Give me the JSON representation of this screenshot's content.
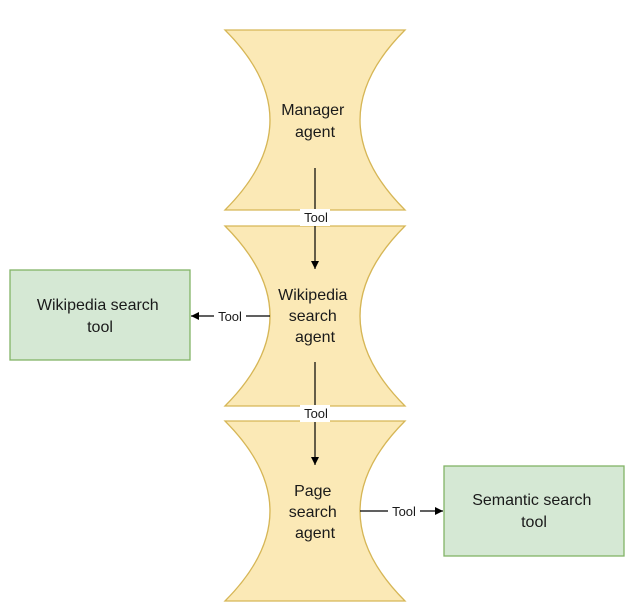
{
  "nodes": {
    "manager_agent": {
      "lines": [
        "Manager",
        "agent"
      ]
    },
    "wikipedia_agent": {
      "lines": [
        "Wikipedia",
        "search",
        "agent"
      ]
    },
    "page_agent": {
      "lines": [
        "Page",
        "search",
        "agent"
      ]
    },
    "wikipedia_tool": {
      "lines": [
        "Wikipedia search",
        "tool"
      ]
    },
    "semantic_tool": {
      "lines": [
        "Semantic search",
        "tool"
      ]
    }
  },
  "edges": {
    "manager_to_wikipedia": {
      "label": "Tool"
    },
    "wikipedia_to_page": {
      "label": "Tool"
    },
    "wikipedia_to_tool": {
      "label": "Tool"
    },
    "page_to_semantic": {
      "label": "Tool"
    }
  },
  "colors": {
    "agent_fill": "#fbe9b6",
    "agent_stroke": "#d6b656",
    "tool_fill": "#d5e8d4",
    "tool_stroke": "#82b366",
    "edge": "#000000"
  }
}
